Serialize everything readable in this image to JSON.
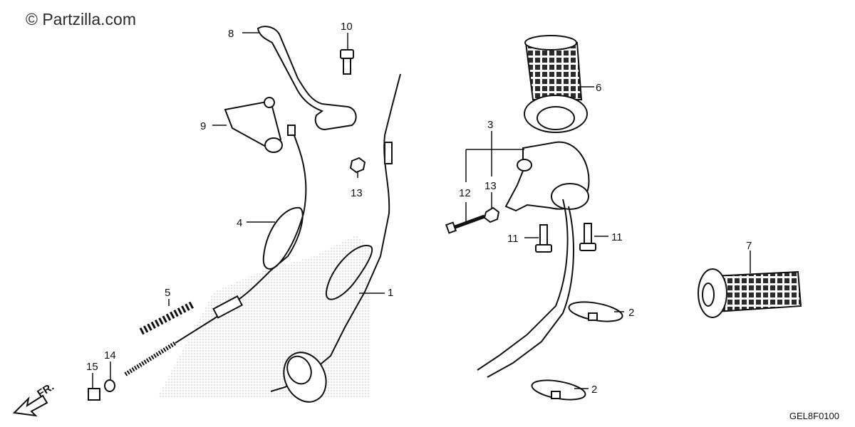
{
  "watermark": "© Partzilla.com",
  "diagram_code": "GEL8F0100",
  "direction_label": "FR.",
  "colors": {
    "line": "#111111",
    "shade": "#cfcfcf",
    "background": "#ffffff"
  },
  "callouts": {
    "c1": "1",
    "c2a": "2",
    "c2b": "2",
    "c3": "3",
    "c4": "4",
    "c5": "5",
    "c6": "6",
    "c7": "7",
    "c8": "8",
    "c9": "9",
    "c10": "10",
    "c11a": "11",
    "c11b": "11",
    "c12": "12",
    "c13a": "13",
    "c13b": "13",
    "c14": "14",
    "c15": "15"
  }
}
